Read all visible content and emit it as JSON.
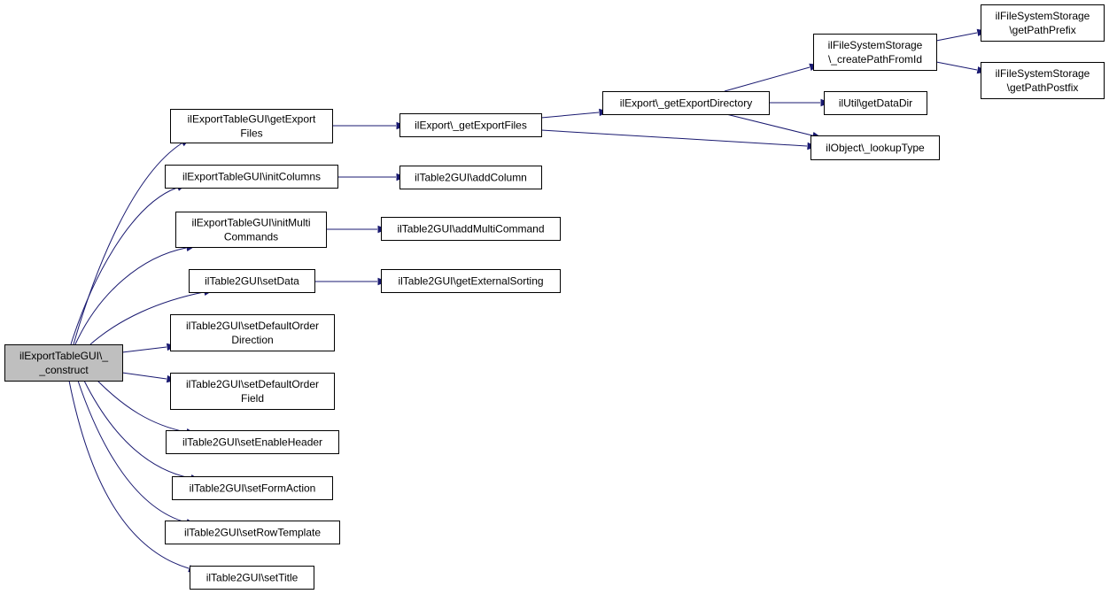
{
  "graph": {
    "nodes": {
      "root": [
        "ilExportTableGUI\\_",
        "_construct"
      ],
      "getExportFiles": [
        "ilExportTableGUI\\getExport",
        "Files"
      ],
      "initColumns": [
        "ilExportTableGUI\\initColumns"
      ],
      "initMultiCommands": [
        "ilExportTableGUI\\initMulti",
        "Commands"
      ],
      "setData": [
        "ilTable2GUI\\setData"
      ],
      "setDefaultOrderDirection": [
        "ilTable2GUI\\setDefaultOrder",
        "Direction"
      ],
      "setDefaultOrderField": [
        "ilTable2GUI\\setDefaultOrder",
        "Field"
      ],
      "setEnableHeader": [
        "ilTable2GUI\\setEnableHeader"
      ],
      "setFormAction": [
        "ilTable2GUI\\setFormAction"
      ],
      "setRowTemplate": [
        "ilTable2GUI\\setRowTemplate"
      ],
      "setTitle": [
        "ilTable2GUI\\setTitle"
      ],
      "exportGetExportFiles": [
        "ilExport\\_getExportFiles"
      ],
      "addColumn": [
        "ilTable2GUI\\addColumn"
      ],
      "addMultiCommand": [
        "ilTable2GUI\\addMultiCommand"
      ],
      "getExternalSorting": [
        "ilTable2GUI\\getExternalSorting"
      ],
      "getExportDirectory": [
        "ilExport\\_getExportDirectory"
      ],
      "createPathFromId": [
        "ilFileSystemStorage",
        "\\_createPathFromId"
      ],
      "getDataDir": [
        "ilUtil\\getDataDir"
      ],
      "lookupType": [
        "ilObject\\_lookupType"
      ],
      "getPathPrefix": [
        "ilFileSystemStorage",
        "\\getPathPrefix"
      ],
      "getPathPostfix": [
        "ilFileSystemStorage",
        "\\getPathPostfix"
      ]
    },
    "edges": [
      [
        "root",
        "getExportFiles"
      ],
      [
        "root",
        "initColumns"
      ],
      [
        "root",
        "initMultiCommands"
      ],
      [
        "root",
        "setData"
      ],
      [
        "root",
        "setDefaultOrderDirection"
      ],
      [
        "root",
        "setDefaultOrderField"
      ],
      [
        "root",
        "setEnableHeader"
      ],
      [
        "root",
        "setFormAction"
      ],
      [
        "root",
        "setRowTemplate"
      ],
      [
        "root",
        "setTitle"
      ],
      [
        "getExportFiles",
        "exportGetExportFiles"
      ],
      [
        "initColumns",
        "addColumn"
      ],
      [
        "initMultiCommands",
        "addMultiCommand"
      ],
      [
        "setData",
        "getExternalSorting"
      ],
      [
        "exportGetExportFiles",
        "getExportDirectory"
      ],
      [
        "exportGetExportFiles",
        "lookupType"
      ],
      [
        "getExportDirectory",
        "createPathFromId"
      ],
      [
        "getExportDirectory",
        "getDataDir"
      ],
      [
        "getExportDirectory",
        "lookupType"
      ],
      [
        "createPathFromId",
        "getPathPrefix"
      ],
      [
        "createPathFromId",
        "getPathPostfix"
      ]
    ],
    "colors": {
      "edge": "#191970",
      "root_fill": "#bfbfbf",
      "node_fill": "#ffffff"
    }
  }
}
